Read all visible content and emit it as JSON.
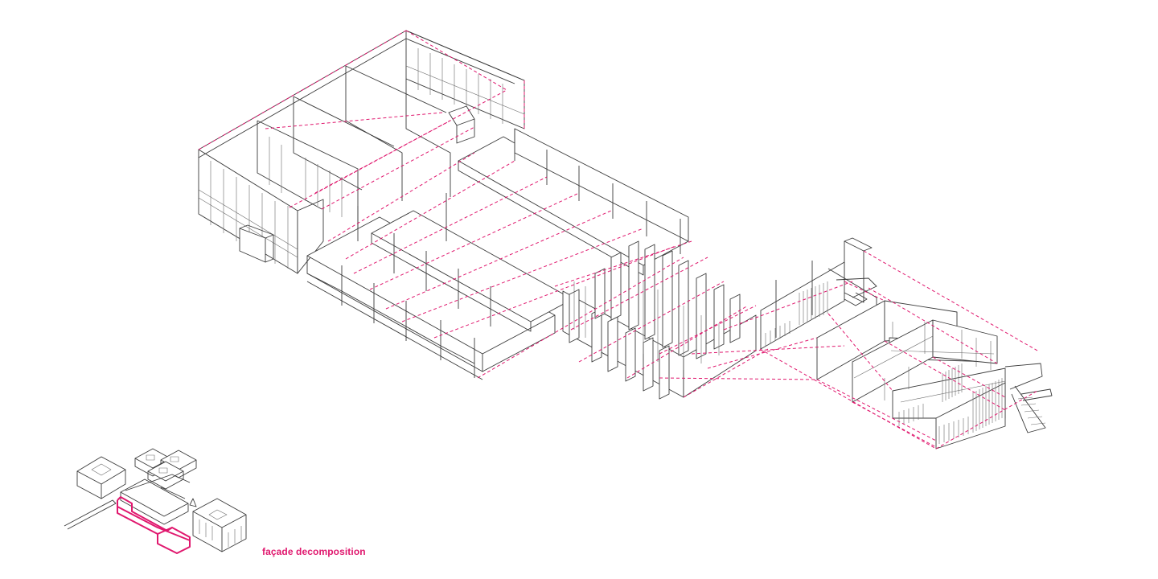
{
  "caption": "façade decomposition",
  "colors": {
    "accent": "#e0186e",
    "line": "#3a3a3a",
    "background": "#ffffff"
  },
  "components": [
    "left-wing-block",
    "left-wing-colonnade",
    "vertical-fin-facade",
    "right-wing-block",
    "site-keyplan"
  ]
}
